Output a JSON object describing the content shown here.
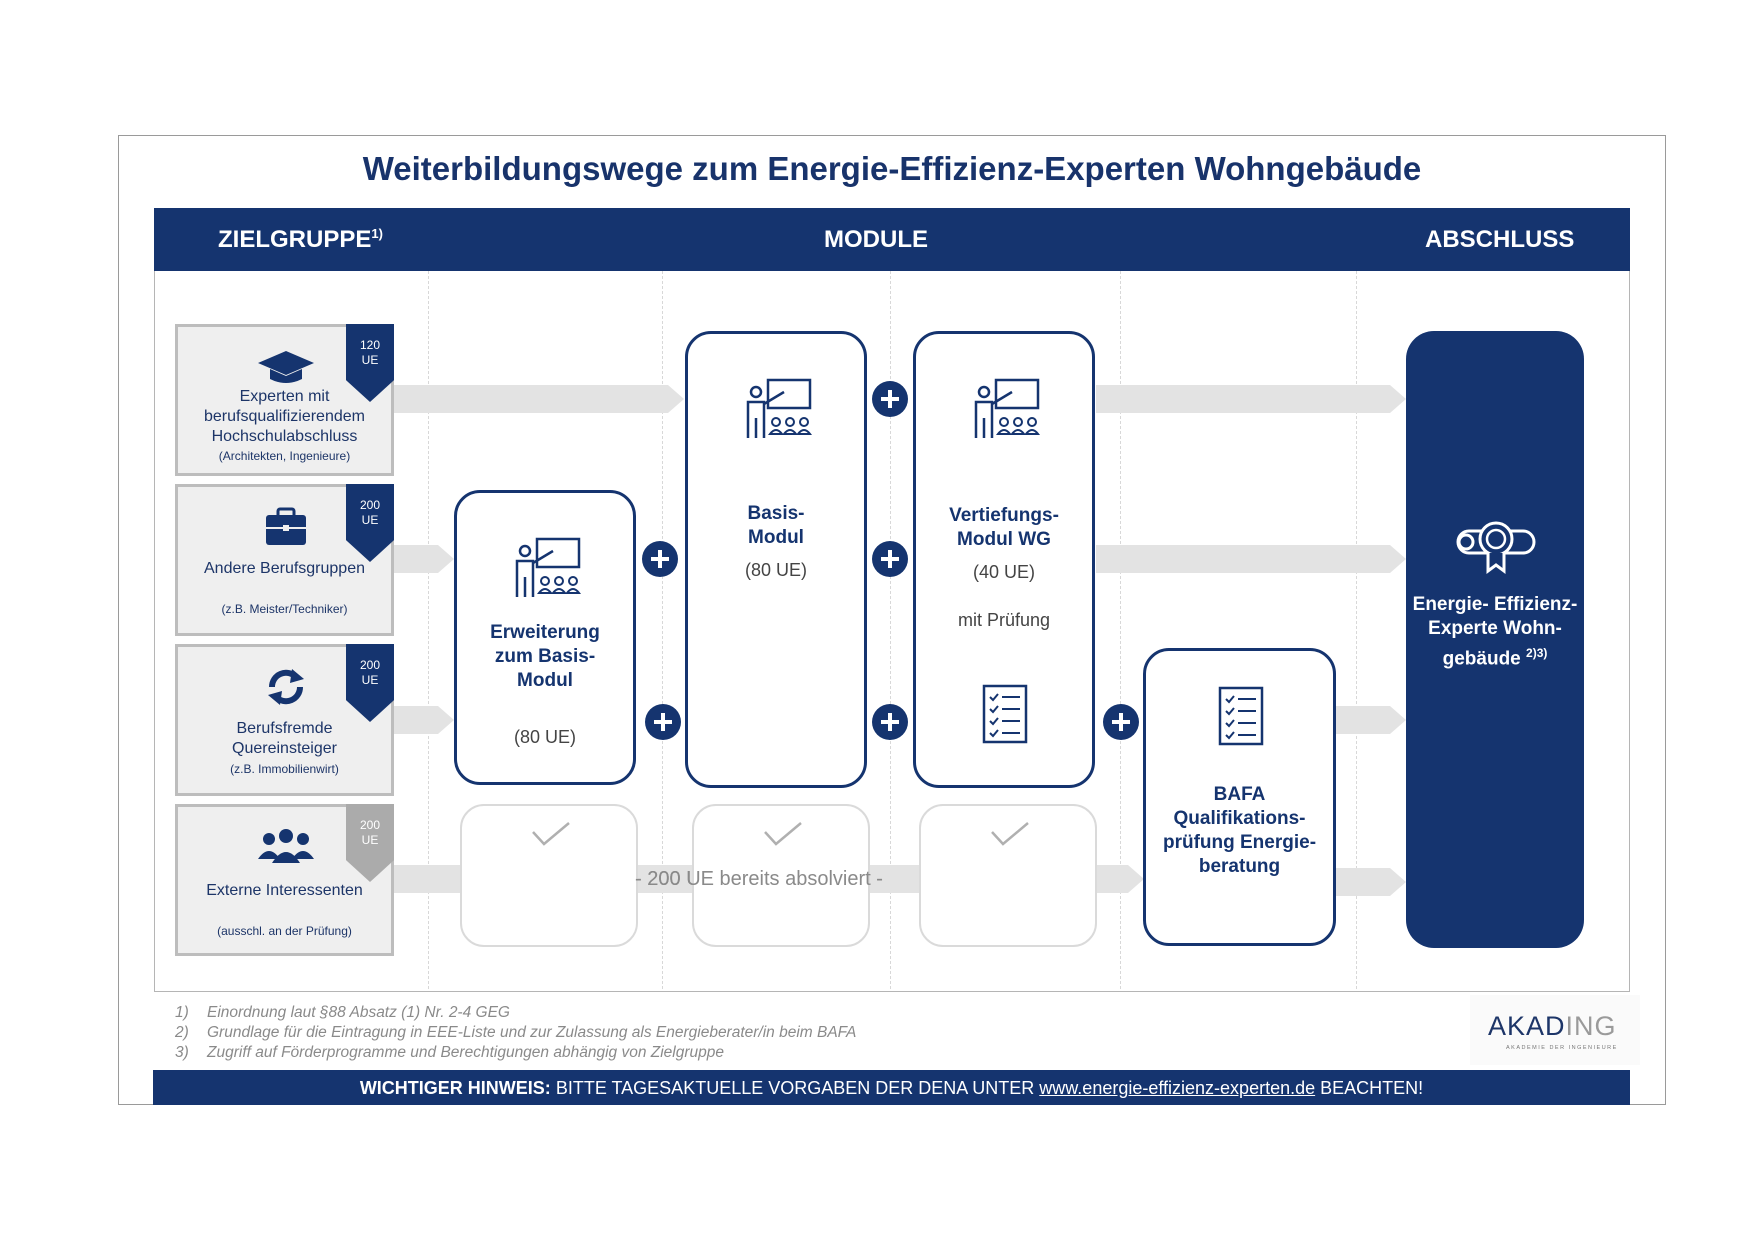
{
  "title": "Weiterbildungswege zum Energie-Effizienz-Experten Wohngebäude",
  "header": {
    "col_zielgruppe": "ZIELGRUPPE",
    "col_zielgruppe_sup": "1)",
    "col_module": "MODULE",
    "col_abschluss": "ABSCHLUSS"
  },
  "zielgruppen": [
    {
      "icon": "graduation-cap-icon",
      "badge_value": "120",
      "badge_unit": "UE",
      "name": "Experten mit berufsqualifizierendem Hochschulabschluss",
      "sub": "(Architekten, Ingenieure)"
    },
    {
      "icon": "briefcase-icon",
      "badge_value": "200",
      "badge_unit": "UE",
      "name": "Andere Berufsgruppen",
      "sub": "(z.B. Meister/Techniker)"
    },
    {
      "icon": "refresh-icon",
      "badge_value": "200",
      "badge_unit": "UE",
      "name": "Berufsfremde Quereinsteiger",
      "sub": "(z.B. Immobilienwirt)"
    },
    {
      "icon": "group-icon",
      "badge_value": "200",
      "badge_unit": "UE",
      "name": "Externe Interessenten",
      "sub": "(ausschl. an der Prüfung)"
    }
  ],
  "modules": {
    "erweiterung": {
      "icon": "teacher-icon",
      "title": "Erweiterung zum Basis- Modul",
      "ue": "(80 UE)"
    },
    "basis": {
      "icon": "teacher-icon",
      "title": "Basis- Modul",
      "ue": "(80 UE)"
    },
    "vertiefung": {
      "icon": "teacher-icon",
      "title": "Vertiefungs- Modul WG",
      "ue": "(40 UE)",
      "extra": "mit Prüfung",
      "icon2": "checklist-icon"
    },
    "bafa": {
      "icon": "checklist-icon",
      "title": "BAFA Qualifikations- prüfung Energie- beratung"
    }
  },
  "bypass_label": "- 200 UE bereits absolviert -",
  "abschluss": {
    "icon": "certificate-icon",
    "title": "Energie- Effizienz- Experte Wohn- gebäude",
    "sup": "2)3)"
  },
  "footnotes": [
    {
      "num": "1)",
      "text": "Einordnung laut §88 Absatz (1) Nr. 2-4 GEG"
    },
    {
      "num": "2)",
      "text": "Grundlage für die Eintragung in EEE-Liste und zur Zulassung als Energieberater/in beim BAFA"
    },
    {
      "num": "3)",
      "text": "Zugriff auf Förderprogramme und Berechtigungen abhängig von Zielgruppe"
    }
  ],
  "logo": {
    "text_main": "AKAD",
    "text_accent": "ING",
    "tagline": "AKADEMIE DER INGENIEURE"
  },
  "notice": {
    "bold": "WICHTIGER HINWEIS:",
    "pre": "BITTE TAGESAKTUELLE VORGABEN DER DENA UNTER",
    "link": "www.energie-effizienz-experten.de",
    "post": "BEACHTEN!"
  },
  "colors": {
    "primary": "#15346f",
    "arrow": "#e3e3e3",
    "box_bg": "#efefef",
    "box_border": "#bdbdbd",
    "badge_grey": "#ababab"
  }
}
